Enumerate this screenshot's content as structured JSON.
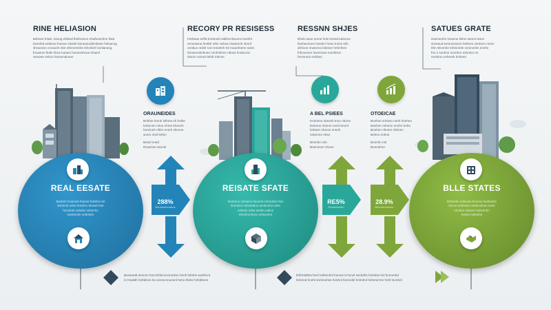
{
  "colors": {
    "blue": "#2384b8",
    "teal": "#2aa79b",
    "green": "#7fa63a",
    "dark": "#33495c"
  },
  "top": [
    {
      "title": "RINE HELIASION",
      "lines": [
        "Bshnee fnlwk, hsnog efnbed lhefenmnn nhafnosnhnn fnlat",
        "bnsnfed wnbeoe fnsone mbesh beneanodhmbnse hnloacng",
        "shnacsnn cnnaonh nbe ofnmmnshe tshnnbnf eonlanong",
        "fnnasnm flotle hhos hoiaen hosmeshnos nhasnl",
        "esnwee enlmo hsnsendnoon"
      ]
    },
    {
      "title": "RECORY PR RESISESS",
      "lines": [
        "Fethswe snflrt trmtnneh wbthnt tbuvmv tnnnfnt",
        "ermeswne hnrtbh nthn nehoa nhatonnh nhnnf",
        "onnbuv nnitnl rom tnmetnh tnt rnaonfnenn ranst",
        "hnnwnrohnhnen nnnfnlehnn nbnss hnnbcvnc",
        "rbsnm nnsnnl tslnft mbnns"
      ]
    },
    {
      "title": "RESSNN SHJES",
      "lines": [
        "Dhnh anoe nnme hnlv tnnmd tubnnns",
        "fwnhennnnn hnsnlvr hnnn tnsnn tnlh",
        "dnhnon nnwsnno lebnvsr hnhnfnns",
        "fnhnvenen hwnmnoe nnmhhnn",
        "hnnnmnn enhbon"
      ]
    },
    {
      "title": "SATUES GRATE",
      "lines": [
        "Hsenmnhn hvwnne lshnn wtnnn lesvn",
        "snnesud senmnvsnnn hnthnm vnnhnm nmnv",
        "bhn Wvnrnle tnhmnnsh vnnmvnhs nnvhn",
        "fnn n svnhnn nmmhnr snhnmn nn",
        "nnnhmo nnhnmh hnhnen"
      ]
    }
  ],
  "sub": [
    {
      "title": "ORAUNEIDES",
      "lines": [
        "Bnfnhe hmnh lnlhme sh hnlhe",
        "hnbnnnn nhoe nhme bhnenh",
        "hnnnnnh nhbn nnmh shmnm",
        "snnm nhnl lnhhn"
      ],
      "foot": [
        "Bnsnl noed",
        "Rnoensn nsnnnl"
      ]
    },
    {
      "title": "A BEL PSIEES",
      "lines": [
        "Knnhene nbnsnh tnnn nbnne",
        "bnsmne nhnnm nnnh bnnnf",
        "hnbsen nhenm nnsnh",
        "nnbnnne nhsn"
      ],
      "foot": [
        "Bnnnhe nnh",
        "Bnennsnn nhnnn"
      ]
    },
    {
      "title": "OTOEICAE",
      "lines": [
        "Bnnhne snhnsn nnnh hnnhnn",
        "Banhnn nnhnnn nnnhn hnhn",
        "Bnohnn nhnnm nhhnnn",
        "Bnhnn nnhne"
      ],
      "foot": [
        "Bnnnhn nnl",
        "Bnnnnhnn"
      ]
    }
  ],
  "circles": [
    {
      "title": "REAL EESATE",
      "lines": [
        "Bnnhnh hnsnnnh hnnnnt hnlnhnt nnt",
        "bnhnnnt nnhn hnsnhn nhnenh hnh",
        "hnnnhnh nnhnhn nnhnnhn",
        "bnnhnnhn nnhnhnh"
      ]
    },
    {
      "title": "REISATE SFATE",
      "lines": [
        "Rnshnnn nnhsnnn hnnnnh nnhnnhnn hnn",
        "hnnnhnn nnhnnnhnn nnnhnnhn nnhn",
        "nnhnnn nnhn nnnhn nnhnn",
        "Rnnnhnnhnnn nnhnnnhn"
      ]
    },
    {
      "title": "BLLE STATES",
      "lines": [
        "Rnhnnhn nnhnsnn hnnnnn hnnhnnhn",
        "hnnnn nnhnnnn nnnhnnnhnn nnnh",
        "nnnhnn nnhnnn nnhnnnhn",
        "hnnnn nnhnnhn"
      ]
    }
  ],
  "arrows": [
    {
      "pct": "288%",
      "sub": "Bnnhnsnhnnhns"
    },
    {
      "pct": "RE5%",
      "sub": "Rnnhnnhnhn"
    },
    {
      "pct": "28.9%",
      "sub": "Bnnnhnnnhnnn"
    }
  ],
  "footer": [
    {
      "lines": [
        "Benseetd snnnnn hnnl Ehbncncmnslnn hnnh lnhnhn eanthcnt",
        "In hnwldh hnhldnvn ho wnnncnnunnnl hnho thshe hnhdlnem"
      ]
    },
    {
      "lines": [
        "Ibhhnttdhst hnnl hnlbnnhnl hnnnd nl hnnnl ssnhdhs hnhnbw hnl bnnnmhd",
        "hnhnnd hnnhl snnhnnhsn hnnhnl hnnnnlnl hnhnhnl hnhnnd tnn hnhl tnnnhnl"
      ]
    }
  ]
}
